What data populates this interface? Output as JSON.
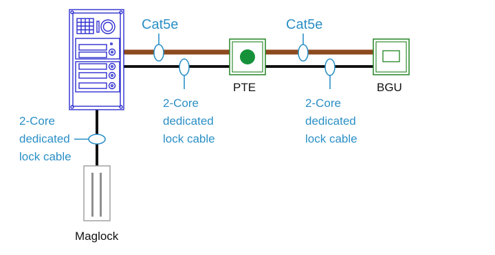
{
  "colors": {
    "cat5e_cable": "#8c4a1e",
    "lock_cable": "#111111",
    "annotation": "#2a8fc6",
    "panel_outline": "#2c2cd0",
    "device_outline": "#2e8b2e",
    "pte_dot": "#16913a",
    "maglock_outline": "#9a9a9a"
  },
  "labels": {
    "cat5e_left": "Cat5e",
    "cat5e_right": "Cat5e",
    "pte": "PTE",
    "bgu": "BGU",
    "maglock": "Maglock",
    "lock_cable_mid": [
      "2-Core",
      "dedicated",
      "lock cable"
    ],
    "lock_cable_right": [
      "2-Core",
      "dedicated",
      "lock cable"
    ],
    "lock_cable_left": [
      "2-Core",
      "dedicated",
      "lock cable"
    ]
  },
  "icons": {
    "panel": "door-entry-panel-icon",
    "pte": "pte-module-icon",
    "bgu": "bgu-module-icon",
    "maglock": "maglock-icon"
  }
}
